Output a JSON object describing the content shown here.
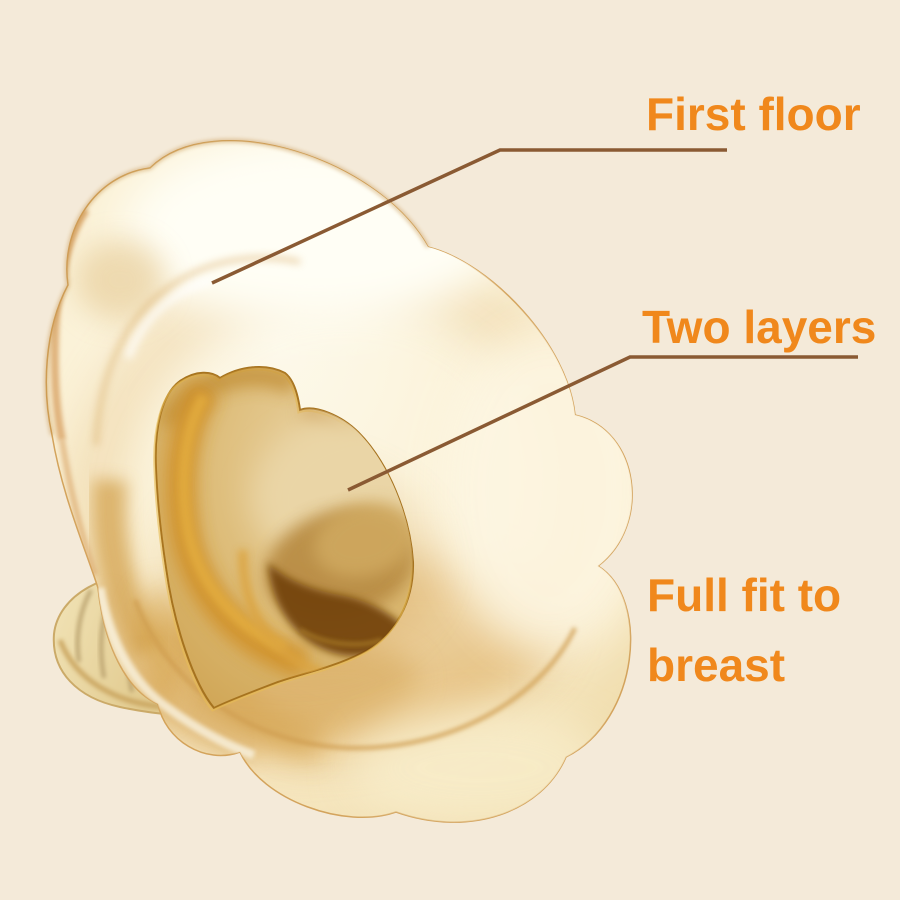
{
  "background_color": "#f4ead9",
  "labels": {
    "first_floor": "First floor",
    "two_layers": "Two layers",
    "full_fit_to_breast": "Full fit to breast"
  },
  "style": {
    "label_color": "#f0881c",
    "callout_line_color": "#8a5a33",
    "product_colors": {
      "flange_body": "#f7e8c2",
      "inner_layer": "#d9a855",
      "tunnel_opening": "#7e4c0e"
    }
  }
}
